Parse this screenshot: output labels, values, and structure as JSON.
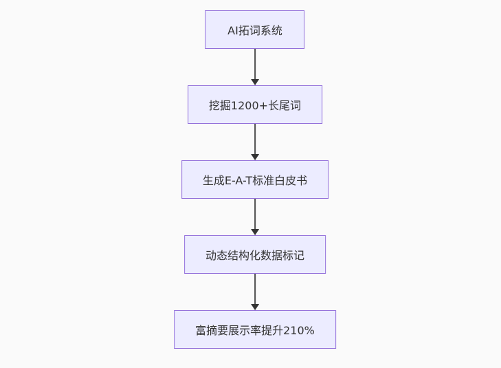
{
  "flowchart": {
    "type": "vertical-flow",
    "nodes": [
      {
        "id": "A",
        "label": "AI拓词系统"
      },
      {
        "id": "B",
        "label": "挖掘1200+长尾词"
      },
      {
        "id": "C",
        "label": "生成E-A-T标准白皮书"
      },
      {
        "id": "D",
        "label": "动态结构化数据标记"
      },
      {
        "id": "E",
        "label": "富摘要展示率提升210%"
      }
    ],
    "edges": [
      {
        "from": "A",
        "to": "B",
        "style": "arrow-down"
      },
      {
        "from": "B",
        "to": "C",
        "style": "arrow-down"
      },
      {
        "from": "C",
        "to": "D",
        "style": "arrow-down"
      },
      {
        "from": "D",
        "to": "E",
        "style": "arrow-down"
      }
    ],
    "colors": {
      "background": "#fafafa",
      "node_fill": "#ececff",
      "node_border": "#9370db",
      "text": "#333333",
      "edge_line": "#4d4d4d",
      "arrowhead": "#333333"
    }
  }
}
